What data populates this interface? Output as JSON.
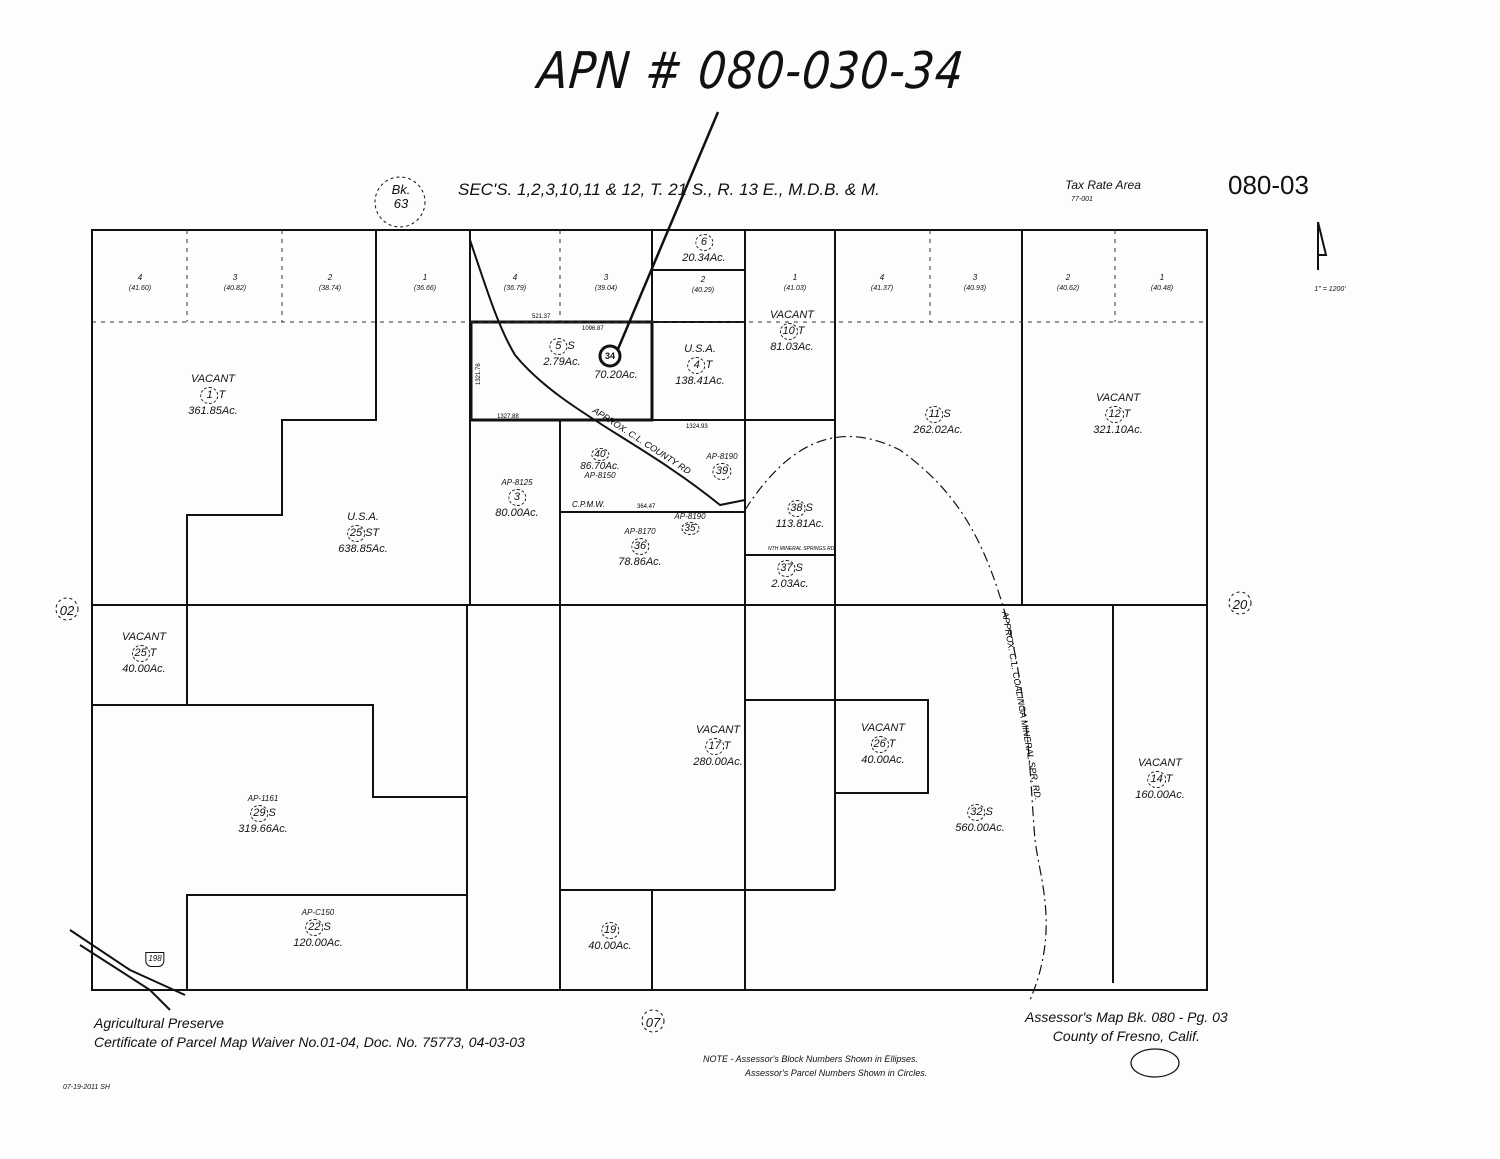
{
  "annotation": {
    "apn_label": "APN #",
    "apn_number": "080-030-34"
  },
  "header": {
    "sections": "SEC'S. 1,2,3,10,11 & 12, T. 21 S., R. 13 E., M.D.B. & M.",
    "tax_rate_area_label": "Tax Rate Area",
    "tax_rate_area": "77-001",
    "map_number": "080-03",
    "adjacent_book": [
      "Bk.",
      "63"
    ],
    "scale": "1\" = 1200'"
  },
  "adjacent_pages": {
    "west": "02",
    "east": "20",
    "south": "07"
  },
  "highway": "198",
  "lots": {
    "west": [
      {
        "n": "4",
        "a": "(41.60)"
      },
      {
        "n": "3",
        "a": "(40.82)"
      },
      {
        "n": "2",
        "a": "(38.74)"
      },
      {
        "n": "1",
        "a": "(36.66)"
      }
    ],
    "middle": [
      {
        "n": "4",
        "a": "(36.79)"
      },
      {
        "n": "3",
        "a": "(39.04)"
      },
      {
        "n": "2",
        "a": "(40.29)"
      }
    ],
    "east": [
      {
        "n": "1",
        "a": "(41.03)"
      },
      {
        "n": "4",
        "a": "(41.37)"
      },
      {
        "n": "3",
        "a": "(40.93)"
      },
      {
        "n": "2",
        "a": "(40.62)"
      },
      {
        "n": "1",
        "a": "(40.48)"
      }
    ]
  },
  "parcels": {
    "p1": {
      "status": "VACANT",
      "number": "1",
      "suffix": "T",
      "acres": "361.85Ac."
    },
    "p25st": {
      "status": "U.S.A.",
      "number": "25",
      "suffix": "ST",
      "acres": "638.85Ac."
    },
    "p34": {
      "number": "34",
      "acres": "70.20Ac."
    },
    "p5": {
      "number": "5",
      "suffix": "S",
      "acres": "2.79Ac."
    },
    "p6": {
      "number": "6",
      "acres": "20.34Ac."
    },
    "p4": {
      "status": "U.S.A.",
      "number": "4",
      "suffix": "T",
      "acres": "138.41Ac."
    },
    "p10": {
      "status": "VACANT",
      "number": "10",
      "suffix": "T",
      "acres": "81.03Ac."
    },
    "p11": {
      "number": "11",
      "suffix": "S",
      "acres": "262.02Ac."
    },
    "p12": {
      "status": "VACANT",
      "number": "12",
      "suffix": "T",
      "acres": "321.10Ac."
    },
    "p40": {
      "number": "40",
      "acres": "86.70Ac.",
      "ap": "AP-8150"
    },
    "p3": {
      "ap": "AP-8125",
      "number": "3",
      "acres": "80.00Ac."
    },
    "p39": {
      "ap": "AP-8190",
      "number": "39"
    },
    "p38": {
      "number": "38",
      "suffix": "S",
      "acres": "113.81Ac."
    },
    "p35": {
      "ap": "AP-8190",
      "number": "35"
    },
    "p36": {
      "ap": "AP-8170",
      "number": "36",
      "acres": "78.86Ac."
    },
    "p37": {
      "number": "37",
      "suffix": "S",
      "acres": "2.03Ac."
    },
    "p25t": {
      "status": "VACANT",
      "number": "25",
      "suffix": "T",
      "acres": "40.00Ac."
    },
    "p29": {
      "ap": "AP-1161",
      "number": "29",
      "suffix": "S",
      "acres": "319.66Ac."
    },
    "p22": {
      "ap": "AP-C150",
      "number": "22",
      "suffix": "S",
      "acres": "120.00Ac."
    },
    "p17": {
      "status": "VACANT",
      "number": "17",
      "suffix": "T",
      "acres": "280.00Ac."
    },
    "p26": {
      "status": "VACANT",
      "number": "26",
      "suffix": "T",
      "acres": "40.00Ac."
    },
    "p32": {
      "number": "32",
      "suffix": "S",
      "acres": "560.00Ac."
    },
    "p14": {
      "status": "VACANT",
      "number": "14",
      "suffix": "T",
      "acres": "160.00Ac."
    },
    "p19": {
      "number": "19",
      "acres": "40.00Ac."
    }
  },
  "roads": {
    "county": "APPROX. C.L. COUNTY RD",
    "coalinga": "APPROX. C.L. COALINGA MINERAL SPR. RD.",
    "cpmw": "C.P.M.W.",
    "mineral": "NTH MINERAL SPRINGS RD"
  },
  "dimensions": {
    "d1": "521.37",
    "d2": "1096.87",
    "d3": "1327.88",
    "d4": "1324.93",
    "d5": "364.47",
    "d6": "1321.76"
  },
  "footer": {
    "line1": "Agricultural Preserve",
    "line2": "Certificate of Parcel Map Waiver No.01-04, Doc. No. 75773, 04-03-03",
    "map_ref": "Assessor's Map Bk. 080 - Pg. 03",
    "county": "County of Fresno, Calif.",
    "note1": "NOTE - Assessor's Block Numbers Shown in Ellipses.",
    "note2": "Assessor's Parcel Numbers Shown in Circles.",
    "date": "07-19-2011   SH"
  }
}
